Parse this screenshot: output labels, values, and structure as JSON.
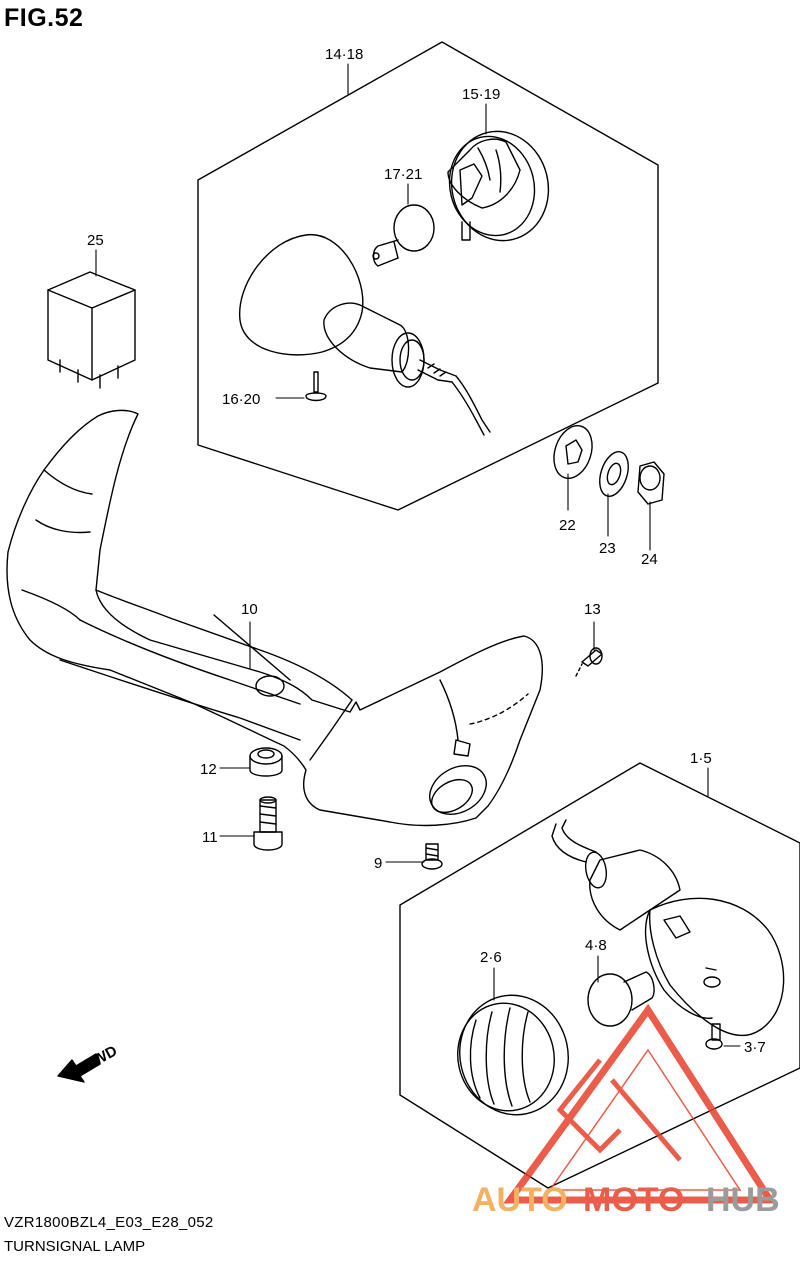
{
  "figure": {
    "title": "FIG.52",
    "model_code": "VZR1800BZL4_E03_E28_052",
    "section_name": "TURNSIGNAL LAMP"
  },
  "callouts": {
    "c14_18": "14·18",
    "c15_19": "15·19",
    "c17_21": "17·21",
    "c25": "25",
    "c16_20": "16·20",
    "c22": "22",
    "c23": "23",
    "c24": "24",
    "c10": "10",
    "c13": "13",
    "c12": "12",
    "c11": "11",
    "c9": "9",
    "c1_5": "1·5",
    "c2_6": "2·6",
    "c4_8": "4·8",
    "c3_7": "3·7"
  },
  "fwd_label": "FWD",
  "watermark": {
    "part1": "AUTO",
    "part2": "MOTO",
    "part3": "HUB",
    "color_orange": "#f2a44a",
    "color_red": "#e8412c",
    "color_gray": "#8a8a8a"
  }
}
